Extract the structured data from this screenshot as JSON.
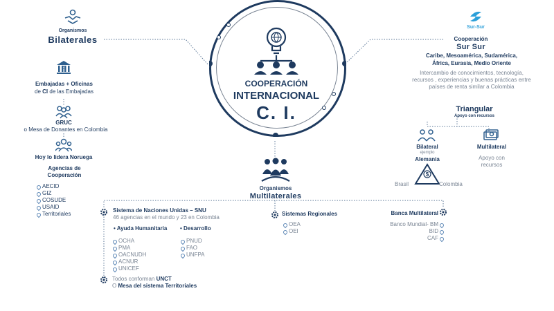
{
  "center": {
    "line1": "COOPERACIÓN",
    "line2": "INTERNACIONAL",
    "line3": "C. I."
  },
  "bilaterales": {
    "sub": "Organismos",
    "title": "Bilaterales"
  },
  "embajadas": {
    "line1": "Embajadas + Oficinas",
    "line2_pre": "de ",
    "line2_bold": "CI",
    "line2_post": " de las Embajadas"
  },
  "gruc": {
    "title": "GRUC",
    "text": "o Mesa de Donantes en Colombia"
  },
  "noruega": {
    "text": "Hoy lo lidera Noruega"
  },
  "agencias": {
    "title_l1": "Agencias de",
    "title_l2": "Cooperación",
    "items": [
      "AECID",
      "GIZ",
      "COSUDE",
      "USAID",
      "Territoriales"
    ]
  },
  "sursur": {
    "logo_text": "Sur-Sur",
    "sub": "Cooperación",
    "title": "Sur Sur",
    "regions_l1": "Caribe, Mesoamérica, Sudamérica,",
    "regions_l2": "África, Eurasia, Medio Oriente",
    "desc_l1": "Intercambio de conocimientos, tecnología,",
    "desc_l2": "recursos , experiencias y buenas prácticas entre",
    "desc_l3": "países de renta similar a Colombia"
  },
  "triangular": {
    "title": "Triangular",
    "sub": "Apoyo con recursos",
    "bilateral": "Bilateral",
    "bilateral_sub": "ejemplo",
    "country": "Alemania",
    "brasil": "Brasil",
    "colombia": "Colombia",
    "multilateral": "Multilateral",
    "multi_sub_l1": "Apoyo con",
    "multi_sub_l2": "recursos"
  },
  "multilaterales": {
    "sub": "Organismos",
    "title": "Multilaterales"
  },
  "snu": {
    "title": "Sistema de Naciones Unidas – SNU",
    "sub": "46 agencias en el mundo y 23 en Colombia"
  },
  "ayuda": {
    "title": "Ayuda Humanitaria",
    "items": [
      "OCHA",
      "PMA",
      "OACNUDH",
      "ACNUR",
      "UNICEF"
    ]
  },
  "desarrollo": {
    "title": "Desarrollo",
    "items": [
      "PNUD",
      "FAO",
      "UNFPA"
    ]
  },
  "unct": {
    "pre": "Todos conforman ",
    "bold": "UNCT",
    "l2_pre": "O  ",
    "l2_bold": "Mesa del sistema Territoriales"
  },
  "regionales": {
    "title": "Sistemas Regionales",
    "items": [
      "OEA",
      "OEI"
    ]
  },
  "banca": {
    "title": "Banca Multilateral",
    "items": [
      "Banco Mundial- BM",
      "BID",
      "CAF"
    ]
  },
  "colors": {
    "navy": "#1e3a5f",
    "blue": "#2e5f8e",
    "accent": "#2b9fd9",
    "gray": "#7a8594"
  }
}
